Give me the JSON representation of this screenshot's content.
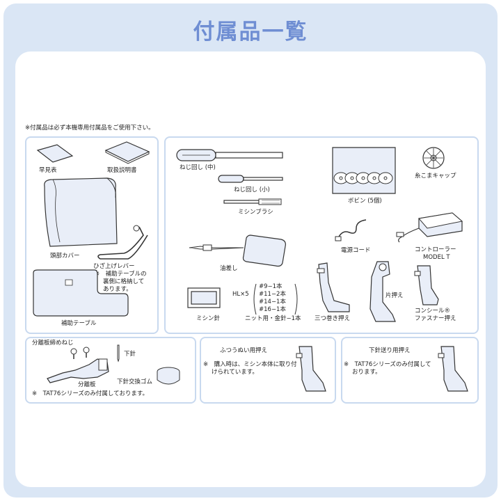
{
  "title": "付属品一覧",
  "note_top": "※付属品は必ず本機専用付属品をご使用下さい。",
  "box1": {
    "quick_ref": "早見表",
    "manual": "取扱説明書",
    "head_cover": "頭部カバー",
    "knee_lever": "ひざ上げレバー",
    "knee_note_1": "※　補助テーブルの",
    "knee_note_2": "裏側に格納して",
    "knee_note_3": "あります。",
    "aux_table": "補助テーブル"
  },
  "box2": {
    "screwdriver_m": "ねじ回し (中)",
    "screwdriver_s": "ねじ回し (小)",
    "brush": "ミシンブラシ",
    "bobbin": "ボビン (5個)",
    "spool_cap": "糸こまキャップ",
    "power_cord": "電源コード",
    "controller_1": "コントローラー",
    "controller_2": "MODEL T",
    "oiler": "油差し",
    "needle_set": "HL×5",
    "needle_9": "#9−1本",
    "needle_11": "#11−2本",
    "needle_14": "#14−1本",
    "needle_16": "#16−1本",
    "needle_knit": "ニット用・金針−1本",
    "needle_case": "ミシン針",
    "three_fold": "三つ巻き押え",
    "single_foot": "片押え",
    "concealed_1": "コンシール®",
    "concealed_2": "ファスナー押え"
  },
  "box3": {
    "screws": "分離板締めねじ",
    "lower_needle": "下針",
    "separator": "分離板",
    "rubber": "下針交換ゴム",
    "note": "※　TAT76シリーズのみ付属しております。"
  },
  "box4": {
    "title": "ふつうぬい用押え",
    "note_1": "※　購入時は、ミシン本体に取り付",
    "note_2": "けられています。"
  },
  "box5": {
    "title": "下針送り用押え",
    "note_1": "※　TAT76シリーズのみ付属して",
    "note_2": "おります。"
  }
}
